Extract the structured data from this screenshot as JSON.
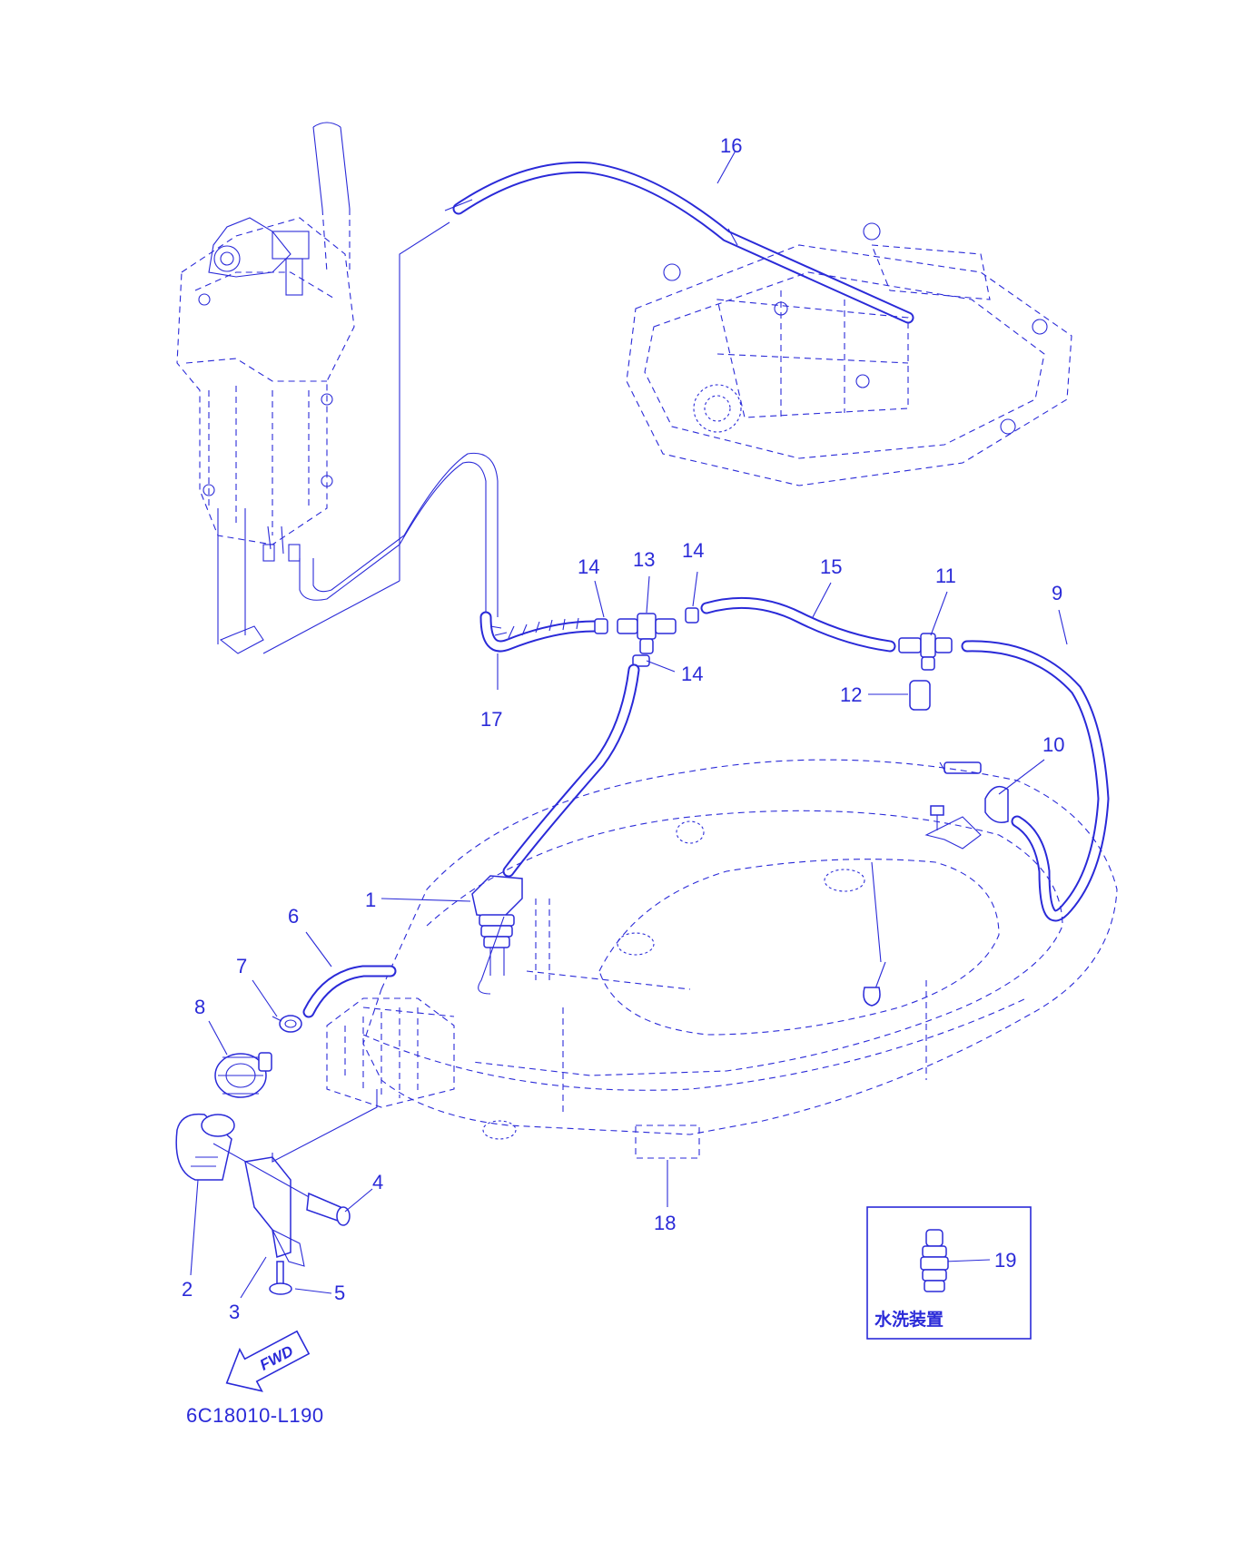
{
  "diagram": {
    "callouts": [
      {
        "id": "c1",
        "label": "1"
      },
      {
        "id": "c2",
        "label": "2"
      },
      {
        "id": "c3",
        "label": "3"
      },
      {
        "id": "c4",
        "label": "4"
      },
      {
        "id": "c5",
        "label": "5"
      },
      {
        "id": "c6",
        "label": "6"
      },
      {
        "id": "c7",
        "label": "7"
      },
      {
        "id": "c8",
        "label": "8"
      },
      {
        "id": "c9",
        "label": "9"
      },
      {
        "id": "c10",
        "label": "10"
      },
      {
        "id": "c11",
        "label": "11"
      },
      {
        "id": "c12",
        "label": "12"
      },
      {
        "id": "c13",
        "label": "13"
      },
      {
        "id": "c14a",
        "label": "14"
      },
      {
        "id": "c14b",
        "label": "14"
      },
      {
        "id": "c14c",
        "label": "14"
      },
      {
        "id": "c15",
        "label": "15"
      },
      {
        "id": "c16",
        "label": "16"
      },
      {
        "id": "c17",
        "label": "17"
      },
      {
        "id": "c18",
        "label": "18"
      },
      {
        "id": "c19",
        "label": "19"
      }
    ],
    "inset_caption": "水洗装置",
    "direction_arrow_label": "FWD",
    "drawing_code": "6C18010-L190",
    "line_color": "#2a2ad8"
  }
}
